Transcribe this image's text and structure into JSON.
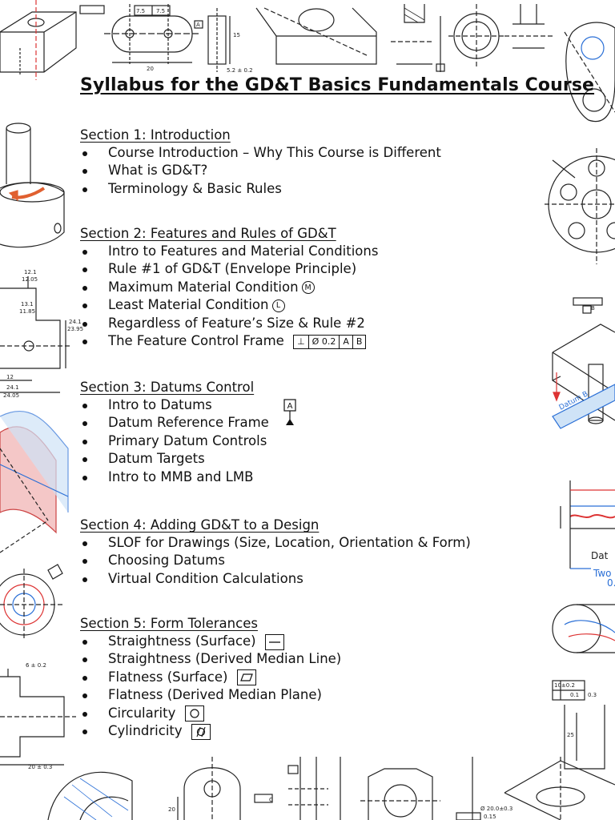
{
  "title": "Syllabus for the GD&T Basics Fundamentals Course",
  "sections": [
    {
      "heading": "Section 1: Introduction",
      "items": [
        "Course Introduction – Why This Course is Different",
        "What is GD&T?",
        "Terminology & Basic Rules"
      ]
    },
    {
      "heading": "Section 2: Features and Rules of GD&T",
      "items": [
        "Intro to Features and Material Conditions",
        "Rule #1 of GD&T (Envelope Principle)",
        "Maximum Material Condition",
        "Least Material Condition",
        "Regardless of Feature’s Size & Rule #2",
        "The Feature Control Frame"
      ],
      "symbols": {
        "mmc": "M",
        "lmc": "L",
        "fcf_cells": [
          "⊥",
          "Ø 0.2",
          "A",
          "B"
        ]
      }
    },
    {
      "heading": "Section 3: Datums Control",
      "items": [
        "Intro to Datums",
        "Datum Reference Frame",
        "Primary Datum Controls",
        "Datum Targets",
        "Intro to MMB and LMB"
      ],
      "datum_letter": "A"
    },
    {
      "heading": "Section 4: Adding GD&T to a Design",
      "items": [
        "SLOF for Drawings (Size, Location, Orientation & Form)",
        "Choosing Datums",
        "Virtual Condition Calculations"
      ]
    },
    {
      "heading": "Section 5: Form Tolerances",
      "items": [
        "Straightness (Surface)",
        "Straightness (Derived Median Line)",
        "Flatness (Surface)",
        "Flatness (Derived Median Plane)",
        "Circularity",
        "Cylindricity"
      ]
    }
  ],
  "border_labels": {
    "top_dims": [
      "7.5",
      "7.5",
      "20",
      "15",
      "5.2 ± 0.2"
    ],
    "left_dims": [
      "12.1",
      "12.05",
      "13.1",
      "11.85",
      "24.1",
      "23.95",
      "12",
      "24.1",
      "24.05",
      "6 ± 0.2",
      "20 ± 0.3",
      "20"
    ],
    "right_dims": [
      "10±0.2",
      "0.1",
      "0.3",
      "25",
      "Ø 20.0±0.3",
      "0.15"
    ],
    "right_text": [
      "Datum B",
      "Dat",
      "Two p",
      "0."
    ],
    "letters": [
      "A",
      "B",
      "C"
    ]
  }
}
